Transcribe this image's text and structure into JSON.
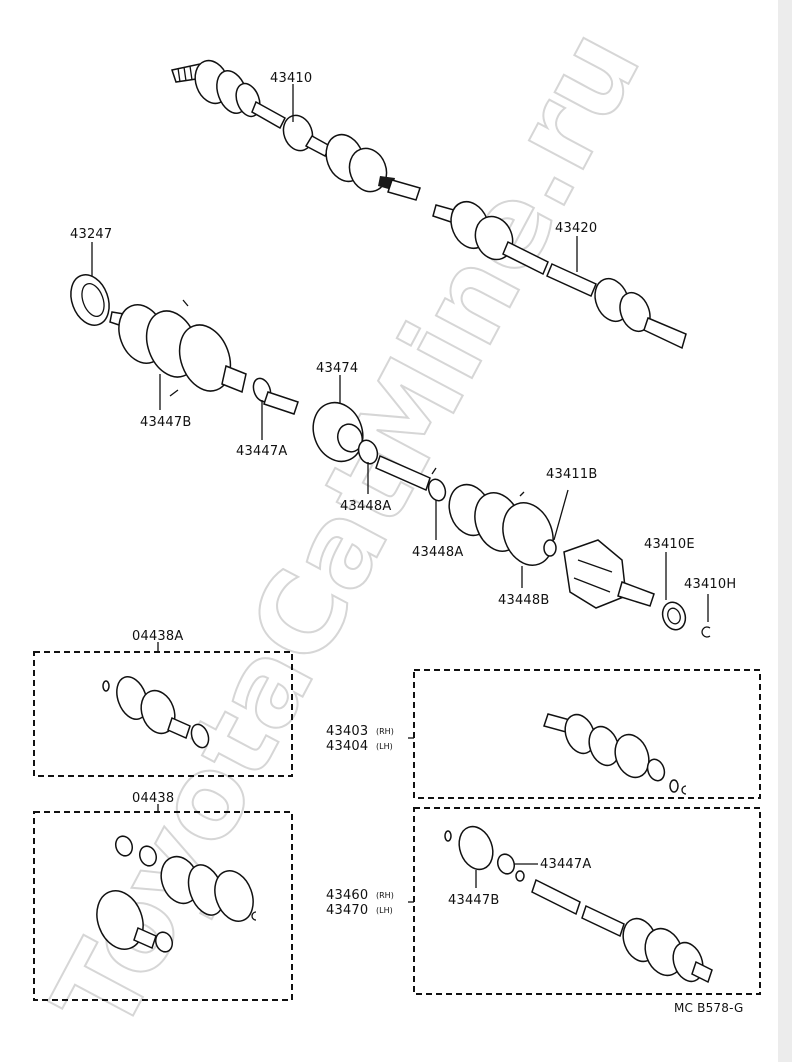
{
  "watermark": "ToyotaCatMine.ru",
  "labels": {
    "p43410": "43410",
    "p43420": "43420",
    "p43247": "43247",
    "p43447B": "43447B",
    "p43447A": "43447A",
    "p43474": "43474",
    "p43448A_1": "43448A",
    "p43448A_2": "43448A",
    "p43411B": "43411B",
    "p43448B": "43448B",
    "p43410E": "43410E",
    "p43410H": "43410H",
    "p04438A": "04438A",
    "p04438": "04438",
    "p43403": "43403",
    "p43403_side": "(RH)",
    "p43404": "43404",
    "p43404_side": "(LH)",
    "p43447A_kit": "43447A",
    "p43447B_kit": "43447B",
    "p43460": "43460",
    "p43460_side": "(RH)",
    "p43470": "43470",
    "p43470_side": "(LH)",
    "diagram_code": "MC  B578-G"
  }
}
